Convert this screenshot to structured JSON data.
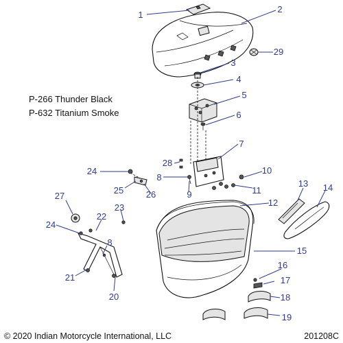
{
  "notes": [
    "P-266 Thunder Black",
    "P-632 Titanium Smoke"
  ],
  "callouts": [
    "1",
    "2",
    "3",
    "4",
    "5",
    "6",
    "7",
    "8",
    "9",
    "10",
    "11",
    "12",
    "13",
    "14",
    "15",
    "16",
    "17",
    "18",
    "19",
    "20",
    "21",
    "22",
    "23",
    "24",
    "24",
    "25",
    "26",
    "27",
    "28",
    "29",
    "8"
  ],
  "footer": {
    "copyright": "© 2020 Indian Motorcycle International, LLC",
    "drawing_id": "201208C"
  }
}
